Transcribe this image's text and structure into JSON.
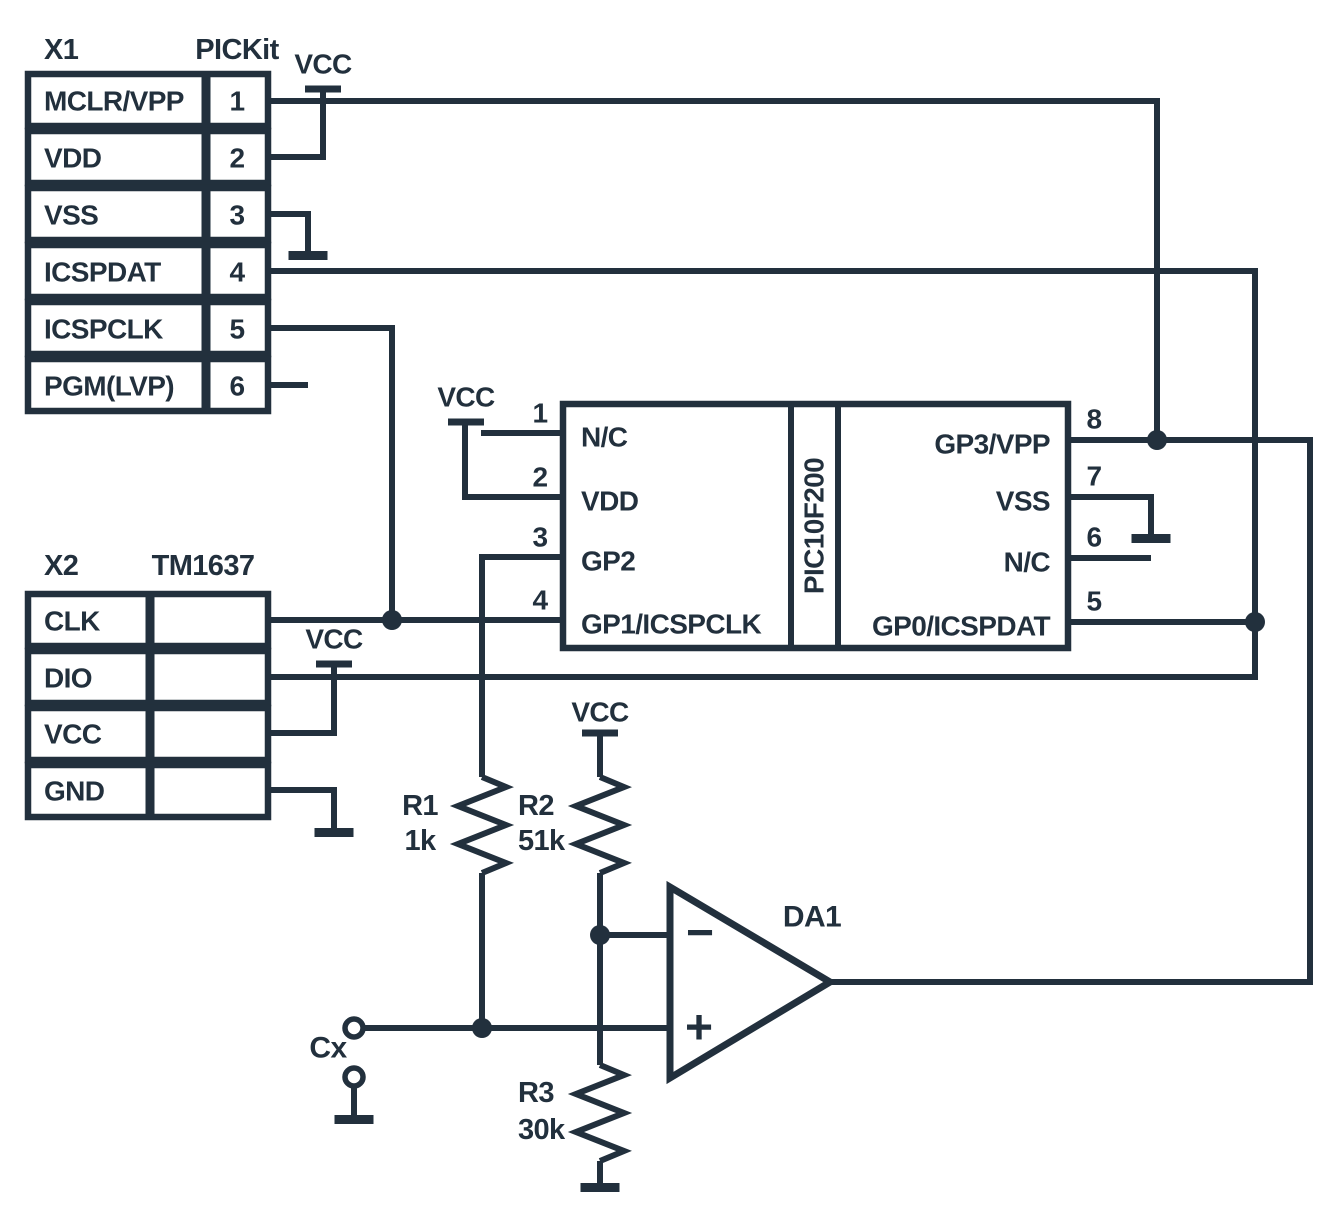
{
  "schematic": {
    "description": "PIC10F200 capacitance meter / programmer schematic",
    "colors": {
      "ink": "#22303d",
      "background": "#ffffff"
    },
    "power": {
      "vcc": "VCC"
    },
    "x1": {
      "ref": "X1",
      "title": "PICKit",
      "pins": [
        {
          "name": "MCLR/VPP",
          "number": "1"
        },
        {
          "name": "VDD",
          "number": "2"
        },
        {
          "name": "VSS",
          "number": "3"
        },
        {
          "name": "ICSPDAT",
          "number": "4"
        },
        {
          "name": "ICSPCLK",
          "number": "5"
        },
        {
          "name": "PGM(LVP)",
          "number": "6"
        }
      ]
    },
    "x2": {
      "ref": "X2",
      "title": "TM1637",
      "pins": [
        {
          "name": "CLK"
        },
        {
          "name": "DIO"
        },
        {
          "name": "VCC"
        },
        {
          "name": "GND"
        }
      ]
    },
    "ic": {
      "name": "PIC10F200",
      "left_pins": [
        {
          "number": "1",
          "name": "N/C"
        },
        {
          "number": "2",
          "name": "VDD"
        },
        {
          "number": "3",
          "name": "GP2"
        },
        {
          "number": "4",
          "name": "GP1/ICSPCLK"
        }
      ],
      "right_pins": [
        {
          "number": "8",
          "name": "GP3/VPP"
        },
        {
          "number": "7",
          "name": "VSS"
        },
        {
          "number": "6",
          "name": "N/C"
        },
        {
          "number": "5",
          "name": "GP0/ICSPDAT"
        }
      ]
    },
    "resistors": [
      {
        "ref": "R1",
        "value": "1k"
      },
      {
        "ref": "R2",
        "value": "51k"
      },
      {
        "ref": "R3",
        "value": "30k"
      }
    ],
    "opamp": {
      "ref": "DA1",
      "minus_label": "−",
      "plus_label": "+"
    },
    "cx": {
      "label": "Cx"
    }
  }
}
